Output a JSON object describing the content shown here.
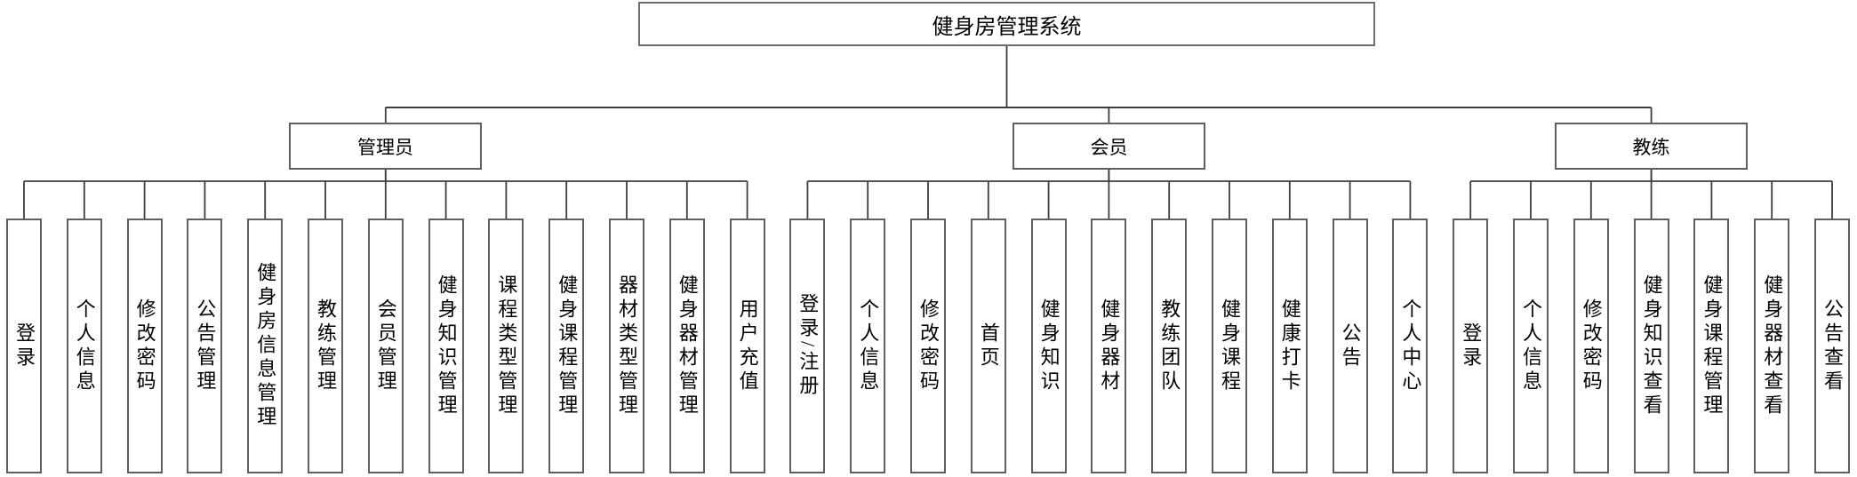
{
  "diagram": {
    "type": "organization-chart",
    "title": "健身房管理系统",
    "branches": [
      {
        "name": "admin",
        "label": "管理员",
        "children": [
          "登录",
          "个人信息",
          "修改密码",
          "公告管理",
          "健身房信息管理",
          "教练管理",
          "会员管理",
          "健身知识管理",
          "课程类型管理",
          "健身课程管理",
          "器材类型管理",
          "健身器材管理",
          "用户充值"
        ]
      },
      {
        "name": "member",
        "label": "会员",
        "children": [
          "登录/注册",
          "个人信息",
          "修改密码",
          "首页",
          "健身知识",
          "健身器材",
          "教练团队",
          "健身课程",
          "健康打卡",
          "公告",
          "个人中心"
        ]
      },
      {
        "name": "coach",
        "label": "教练",
        "children": [
          "登录",
          "个人信息",
          "修改密码",
          "健身知识查看",
          "健身课程管理",
          "健身器材查看",
          "公告查看"
        ]
      }
    ],
    "colors": {
      "box_border": "#5f5f5f",
      "root_border": "#6d6d6d",
      "connector": "#3d3d3d",
      "box_fill": "#ffffff",
      "text": "#000000",
      "background": "#ffffff"
    }
  }
}
